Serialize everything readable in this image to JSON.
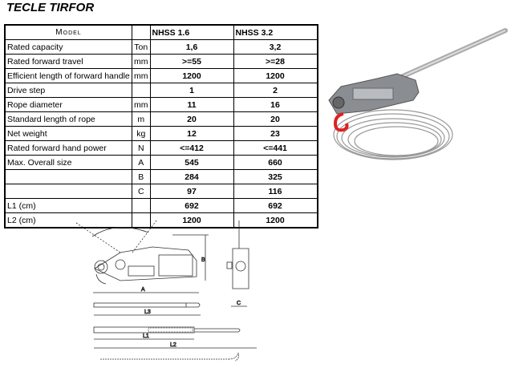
{
  "title": "TECLE TIRFOR",
  "table": {
    "headers": [
      "Model",
      "",
      "NHSS 1.6",
      "NHSS 3.2"
    ],
    "rows": [
      [
        "Rated capacity",
        "Ton",
        "1,6",
        "3,2"
      ],
      [
        "Rated forward travel",
        "mm",
        ">=55",
        ">=28"
      ],
      [
        "Efficient length of forward handle",
        "mm",
        "1200",
        "1200"
      ],
      [
        "Drive step",
        "",
        "1",
        "2"
      ],
      [
        "Rope diameter",
        "mm",
        "11",
        "16"
      ],
      [
        "Standard length of rope",
        "m",
        "20",
        "20"
      ],
      [
        "Net weight",
        "kg",
        "12",
        "23"
      ],
      [
        "Rated forward hand power",
        "N",
        "<=412",
        "<=441"
      ],
      [
        "Max. Overall size",
        "A",
        "545",
        "660"
      ],
      [
        "",
        "B",
        "284",
        "325"
      ],
      [
        "",
        "C",
        "97",
        "116"
      ],
      [
        "L1 (cm)",
        "",
        "692",
        "692"
      ],
      [
        "L2 (cm)",
        "",
        "1200",
        "1200"
      ]
    ]
  },
  "diagram": {
    "labels": {
      "a": "A",
      "b": "B",
      "c": "C",
      "l3": "L3",
      "l1": "L1",
      "l2": "L2"
    }
  }
}
